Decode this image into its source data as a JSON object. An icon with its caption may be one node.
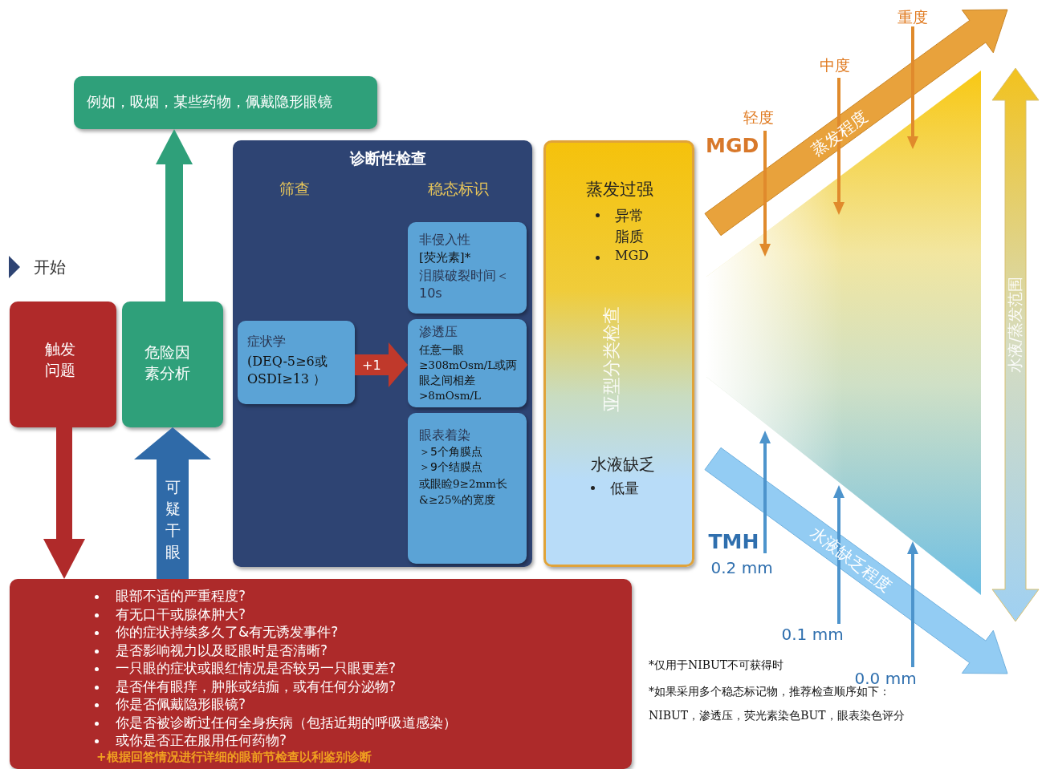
{
  "diagram": {
    "nodes": [
      {
        "text": [
          "例如，吸烟，某些药物，佩戴隐形眼镜"
        ]
      },
      {
        "text": [
          "诊断性检查",
          "筛查",
          "稳态标识"
        ]
      },
      {
        "text": [
          "非侵入性",
          "[荧光素]*",
          "泪膜破裂时间＜10s"
        ],
        "in": 1
      },
      {
        "text": [
          "症状学",
          "(DEQ-5≥6或OSDI≥13 ）"
        ],
        "in": 1
      },
      {
        "text": [
          "渗透压",
          "任意一眼≥308mOsm/L或两眼之间相差>8mOsm/L"
        ],
        "in": 1
      },
      {
        "text": [
          "眼表着染",
          "＞5个角膜点",
          "＞9个结膜点",
          "或眼睑9≥2mm长&≥25%的宽度"
        ],
        "in": 1
      },
      {
        "text": [
          "触发问题"
        ]
      },
      {
        "text": [
          "危险因素分析"
        ]
      },
      {
        "text": [
          "蒸发过强",
          "异常脂质",
          "MGD",
          "亚型分类检查",
          "水液缺乏",
          "低量"
        ]
      },
      {
        "text": [
          "眼部不适的严重程度?",
          "有无口干或腺体肿大?",
          "你的症状持续多久了&有无诱发事件?",
          "是否影响视力以及眨眼时是否清晰?",
          "一只眼的症状或眼红情况是否较另一只眼更差?",
          "是否伴有眼痒，肿胀或结痂，或有任何分泌物?",
          "你是否佩戴隐形眼镜?",
          "你是否被诊断过任何全身疾病（包括近期的呼吸道感染）",
          "或你是否正在服用任何药物?",
          "+根据回答情况进行详细的眼前节检查以利鉴别诊断"
        ]
      }
    ],
    "edges": [
      {
        "from": 7,
        "to": 0,
        "arrow": "to",
        "color": "#2fa07a"
      },
      {
        "from": 6,
        "to": 9,
        "arrow": "to",
        "color": "#b02a2a"
      },
      {
        "from": 9,
        "to": 7,
        "arrow": "to",
        "label": "可疑干眼",
        "style": "thick",
        "color": "#2f6aa8"
      },
      {
        "from": 3,
        "to": 4,
        "arrow": "to",
        "label": "+1",
        "color": "#c0392b"
      }
    ],
    "labels": [
      "重度",
      "中度",
      "轻度",
      "MGD",
      "蒸发程度",
      "开始",
      "水液/蒸发范围",
      "TMH",
      "0.2 mm",
      "水液缺乏程度",
      "0.1 mm",
      "*仅用于NIBUT不可获得时",
      "0.0 mm",
      "*如果采用多个稳态标记物，推荐检查顺序如下：NIBUT，渗透压，荧光素染色BUT，眼表染色评分"
    ]
  }
}
